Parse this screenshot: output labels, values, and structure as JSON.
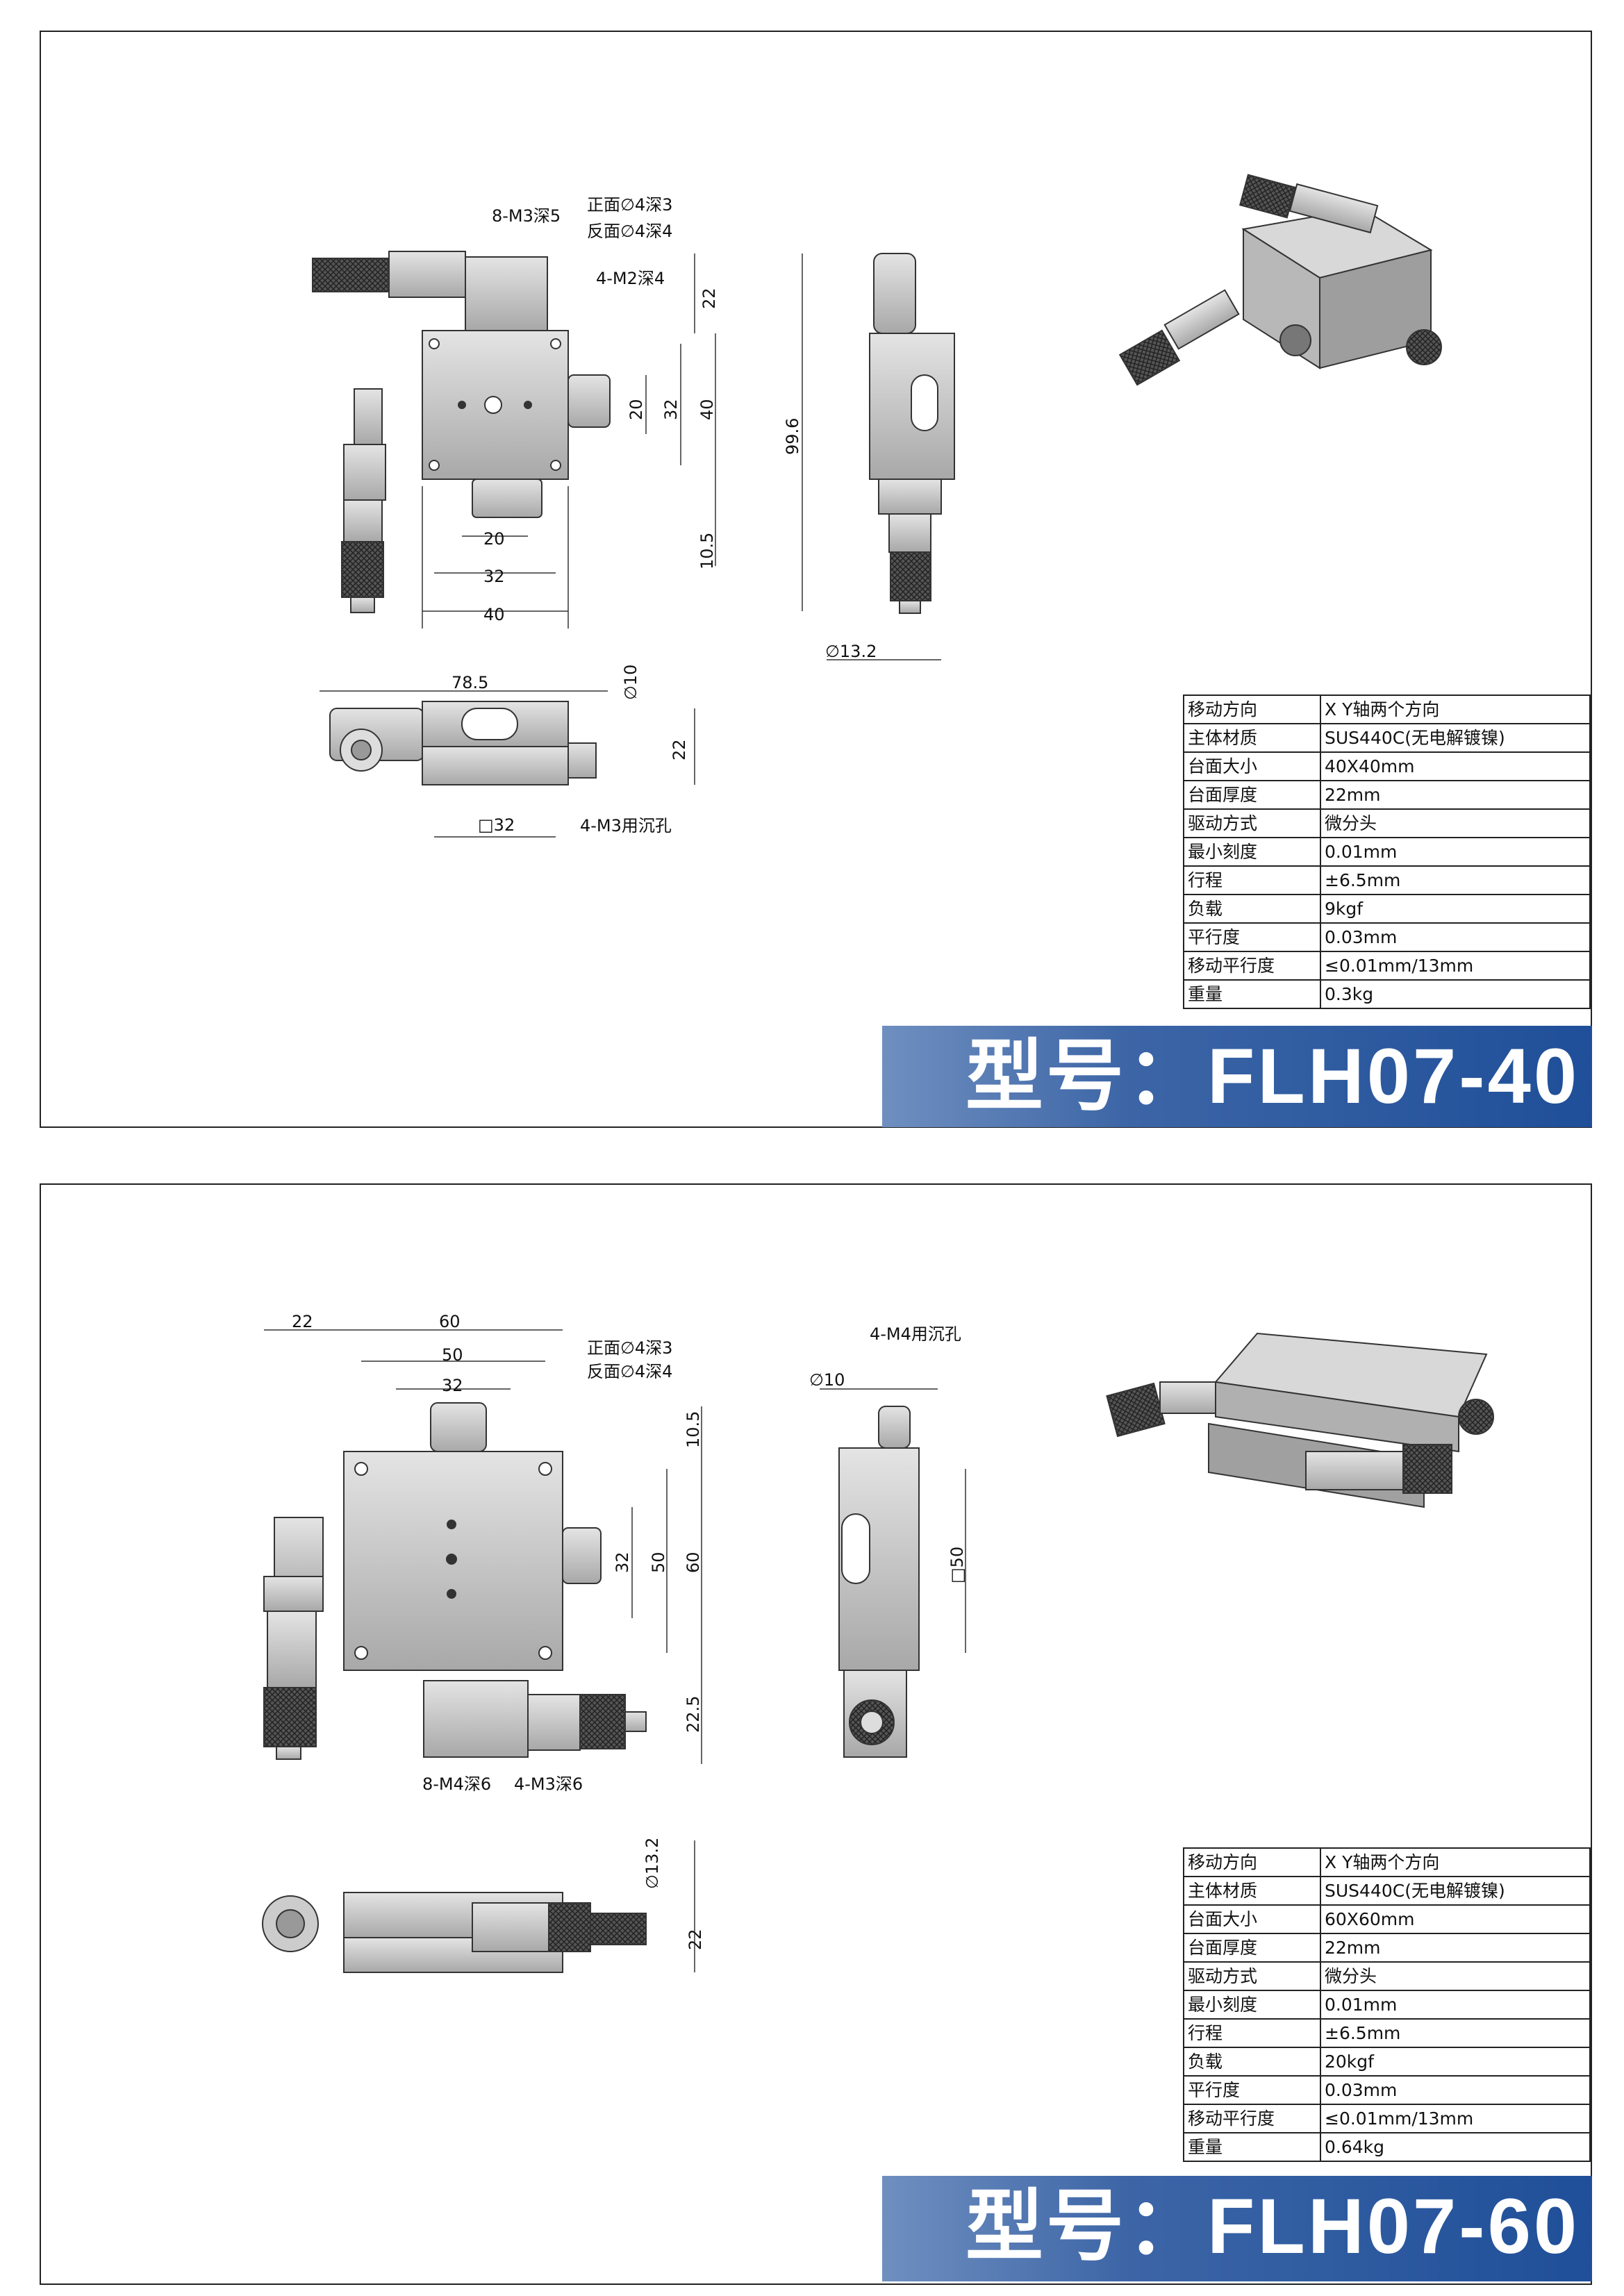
{
  "models": [
    {
      "model_prefix": "型号：",
      "model": "FLH07-40",
      "specs": [
        {
          "key": "移动方向",
          "value": "X Y轴两个方向"
        },
        {
          "key": "主体材质",
          "value": "SUS440C(无电解镀镍)"
        },
        {
          "key": "台面大小",
          "value": "40X40mm"
        },
        {
          "key": "台面厚度",
          "value": "22mm"
        },
        {
          "key": "驱动方式",
          "value": "微分头"
        },
        {
          "key": "最小刻度",
          "value": "0.01mm"
        },
        {
          "key": "行程",
          "value": "±6.5mm"
        },
        {
          "key": "负载",
          "value": "9kgf"
        },
        {
          "key": "平行度",
          "value": "0.03mm"
        },
        {
          "key": "移动平行度",
          "value": "≤0.01mm/13mm"
        },
        {
          "key": "重量",
          "value": "0.3kg"
        }
      ],
      "dims": {
        "m3": "8-M3深5",
        "front_hole": "正面∅4深3",
        "back_hole": "反面∅4深4",
        "m2": "4-M2深4",
        "d22": "22",
        "d20v": "20",
        "d32v": "32",
        "d40v": "40",
        "d105": "10.5",
        "d20h": "20",
        "d32h": "32",
        "d40h": "40",
        "d996": "99.6",
        "d132": "∅13.2",
        "d785": "78.5",
        "d10": "∅10",
        "d22b": "22",
        "sq32": "□32",
        "m3cb": "4-M3用沉孔"
      }
    },
    {
      "model_prefix": "型号：",
      "model": "FLH07-60",
      "specs": [
        {
          "key": "移动方向",
          "value": "X Y轴两个方向"
        },
        {
          "key": "主体材质",
          "value": "SUS440C(无电解镀镍)"
        },
        {
          "key": "台面大小",
          "value": "60X60mm"
        },
        {
          "key": "台面厚度",
          "value": "22mm"
        },
        {
          "key": "驱动方式",
          "value": "微分头"
        },
        {
          "key": "最小刻度",
          "value": "0.01mm"
        },
        {
          "key": "行程",
          "value": "±6.5mm"
        },
        {
          "key": "负载",
          "value": "20kgf"
        },
        {
          "key": "平行度",
          "value": "0.03mm"
        },
        {
          "key": "移动平行度",
          "value": "≤0.01mm/13mm"
        },
        {
          "key": "重量",
          "value": "0.64kg"
        }
      ],
      "dims": {
        "d22": "22",
        "d60": "60",
        "d50": "50",
        "d32": "32",
        "front_hole": "正面∅4深3",
        "back_hole": "反面∅4深4",
        "d105": "10.5",
        "d32v": "32",
        "d50v": "50",
        "d60v": "60",
        "d225": "22.5",
        "m4": "8-M4深6",
        "m3": "4-M3深6",
        "m4cb": "4-M4用沉孔",
        "d10": "∅10",
        "sq50": "□50",
        "d132": "∅13.2",
        "d22b": "22"
      }
    }
  ],
  "colors": {
    "banner_start": "#6f8fc0",
    "banner_end": "#1f4f99",
    "metal": "#c9c9c9"
  }
}
